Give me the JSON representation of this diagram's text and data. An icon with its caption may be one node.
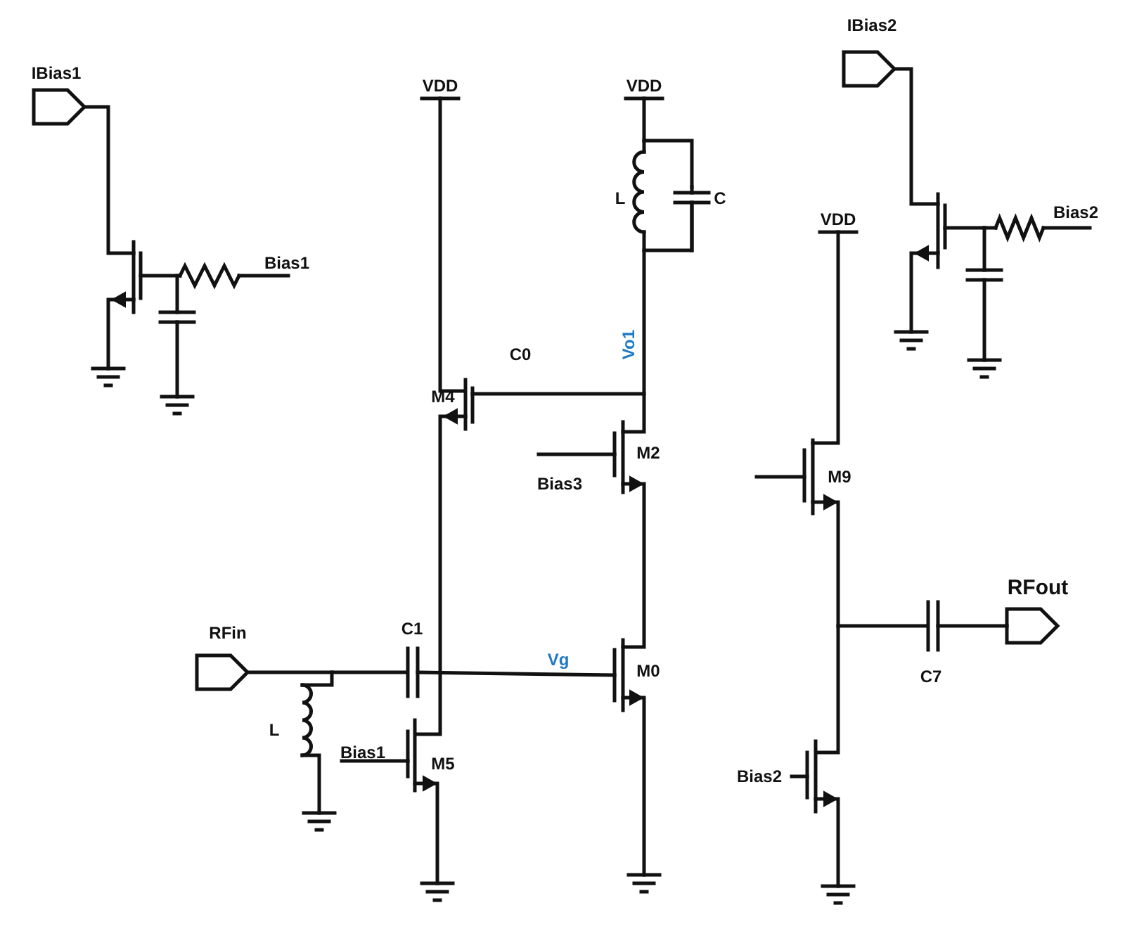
{
  "diagram": {
    "labels": [
      "IBias1",
      "IBias2",
      "VDD",
      "VDD",
      "L",
      "C",
      "Bias1",
      "Bias2",
      "VDD",
      "Vo1",
      "C0",
      "M4",
      "M2",
      "M9",
      "Bias3",
      "RFout",
      "RFin",
      "C1",
      "Vg",
      "M0",
      "C7",
      "L",
      "Bias1",
      "M5",
      "Bias2"
    ]
  }
}
